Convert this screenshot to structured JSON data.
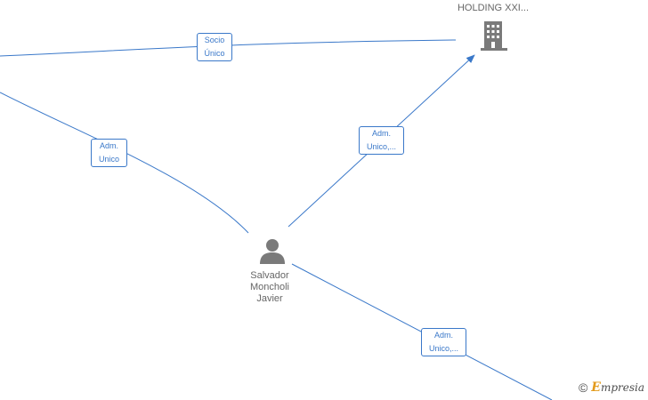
{
  "diagram": {
    "nodes": [
      {
        "id": "holding",
        "kind": "company",
        "label": "HOLDING XXI..."
      },
      {
        "id": "person",
        "kind": "person",
        "label_lines": [
          "Salvador",
          "Moncholi",
          "Javier"
        ]
      }
    ],
    "edges": [
      {
        "id": "edge-socio-unico",
        "label_lines": [
          "Socio",
          "Único"
        ]
      },
      {
        "id": "edge-adm-unico-left",
        "label_lines": [
          "Adm.",
          "Unico"
        ]
      },
      {
        "id": "edge-adm-unico-holding",
        "label_lines": [
          "Adm.",
          "Unico,..."
        ]
      },
      {
        "id": "edge-adm-unico-bottom",
        "label_lines": [
          "Adm.",
          "Unico,..."
        ]
      }
    ],
    "colors": {
      "edge": "#3a78c9",
      "icon": "#7a7a7a",
      "node_text": "#666666"
    }
  },
  "watermark": {
    "copyright_symbol": "©",
    "brand_initial": "E",
    "brand_rest": "mpresia"
  }
}
